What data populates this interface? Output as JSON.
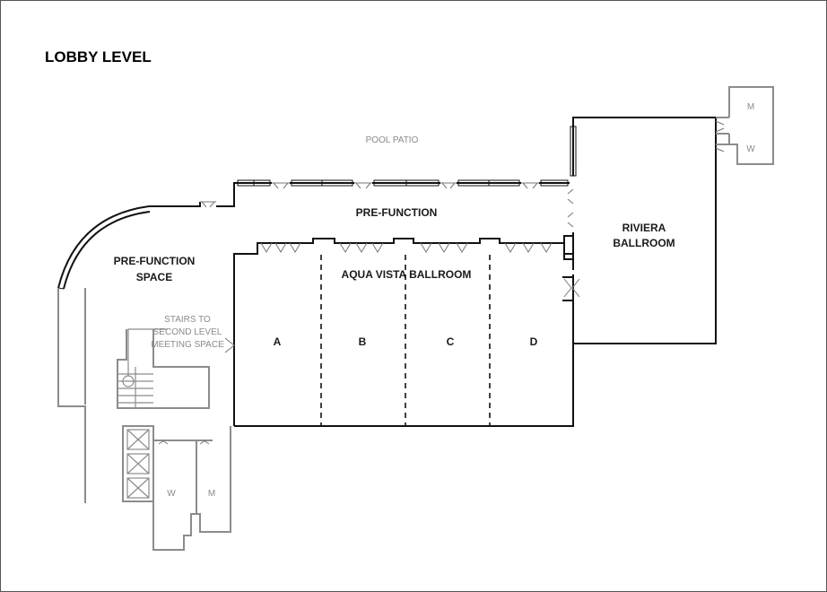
{
  "title": "LOBBY LEVEL",
  "areas": {
    "pool_patio": "POOL PATIO",
    "pre_function": "PRE-FUNCTION",
    "pre_function_space": [
      "PRE-FUNCTION",
      "SPACE"
    ],
    "aqua_vista_ballroom": "AQUA VISTA BALLROOM",
    "riviera_ballroom": [
      "RIVIERA",
      "BALLROOM"
    ],
    "stairs": [
      "STAIRS TO",
      "SECOND LEVEL",
      "MEETING SPACE"
    ],
    "sections": [
      "A",
      "B",
      "C",
      "D"
    ],
    "restrooms_right": [
      "M",
      "W"
    ],
    "restrooms_left": [
      "W",
      "M"
    ]
  },
  "colors": {
    "wall": "#111111",
    "secondary": "#8c8c8c",
    "label": "#1a1a1a",
    "muted_label": "#8a8a8a"
  }
}
